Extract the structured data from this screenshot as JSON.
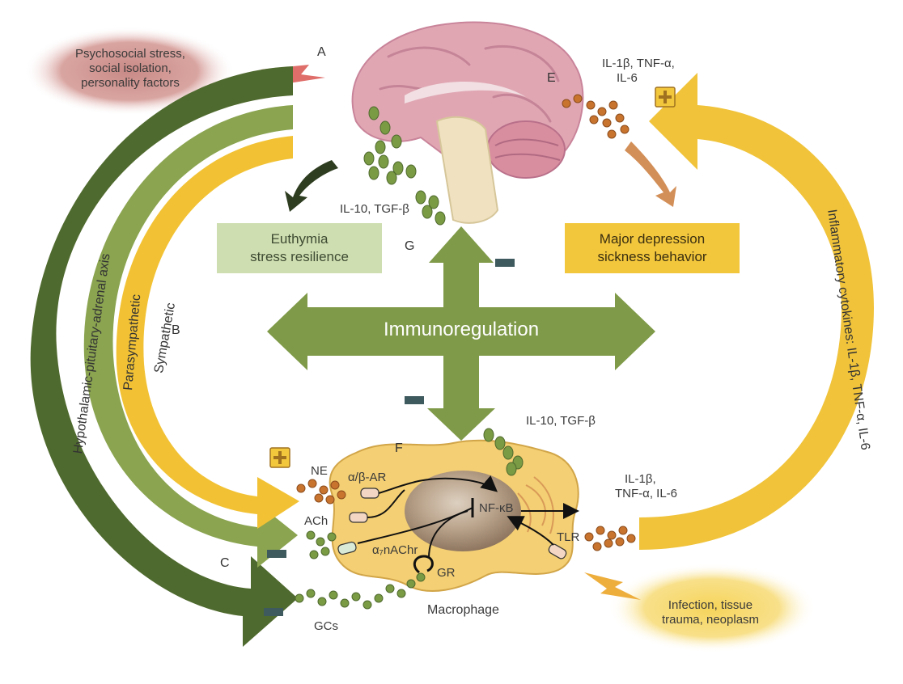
{
  "labels": {
    "A": "A",
    "B": "B",
    "C": "C",
    "E": "E",
    "F": "F",
    "G": "G",
    "stress_line1": "Psychosocial stress,",
    "stress_line2": "social isolation,",
    "stress_line3": "personality factors",
    "infection_line1": "Infection, tissue",
    "infection_line2": "trauma, neoplasm",
    "euthymia_line1": "Euthymia",
    "euthymia_line2": "stress resilience",
    "depression_line1": "Major depression",
    "depression_line2": "sickness behavior",
    "immunoregulation": "Immunoregulation",
    "brain_cytokines_line1": "IL-1β, TNF-α,",
    "brain_cytokines_line2": "IL-6",
    "il10_brain": "IL-10, TGF-β",
    "il10_cell": "IL-10, TGF-β",
    "out_cytokines_line1": "IL-1β,",
    "out_cytokines_line2": "TNF-α, IL-6",
    "hpa_axis": "Hypothalamic-pituitary-adrenal axis",
    "parasympathetic": "Parasympathetic",
    "sympathetic": "Sympathetic",
    "inflammatory_cytokines": "Inflammatory cytokines: IL-1β, TNF-α, IL-6",
    "NE": "NE",
    "ACh": "ACh",
    "GCs": "GCs",
    "ab_ar": "α/β-AR",
    "a7_nachr": "α₇nAChr",
    "nfkb": "NF-κB",
    "tlr": "TLR",
    "gr": "GR",
    "macrophage": "Macrophage"
  },
  "colors": {
    "hpa_arrow": "#4f6a2e",
    "parasympathetic_arrow": "#8aa450",
    "sympathetic_arrow": "#f2c234",
    "cytokine_arrow": "#f0c33a",
    "immuno_cross": "#7f9a48",
    "euthymia_box": "#cfdeb0",
    "depression_box": "#f3c73c",
    "stress_cloud": "#c98a86",
    "infection_cloud": "#f6d45a",
    "macrophage_fill": "#f4cf73",
    "nucleus": "#b39b80",
    "brain_cortex": "#e0a7b3",
    "green_dots": "#7a9a44",
    "orange_dots": "#c8732e",
    "lightning": "#d9534f"
  }
}
